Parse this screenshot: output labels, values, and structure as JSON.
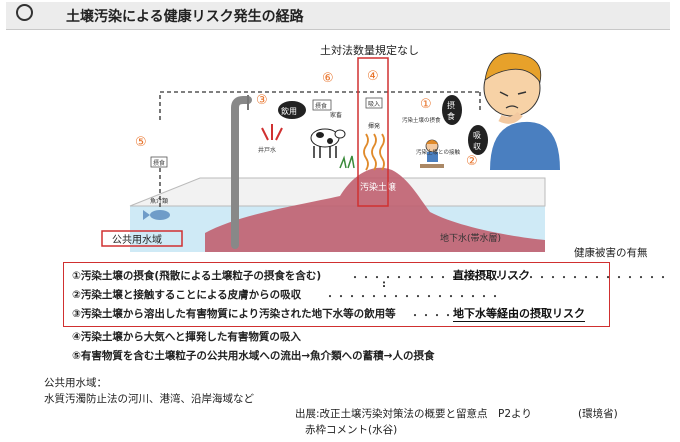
{
  "title": "土壌汚染による健康リスク発生の経路",
  "annotations": {
    "no_numeric_standard": "土対法数量規定なし",
    "health_damage": "健康被害の有無"
  },
  "diagram": {
    "labels": {
      "drinking": "飲用",
      "ingestion": "摂食",
      "absorption": "吸収",
      "contaminated_soil": "汚染土壌",
      "groundwater": "地下水(帯水層)",
      "public_water": "公共用水域",
      "well": "井戸水",
      "fish": "魚介類",
      "feed": "摂食",
      "livestock": "家畜",
      "inhale": "吸入",
      "volatile": "揮発",
      "child_label": "汚染土壌の摂食",
      "hand_label": "汚染土壌との接触"
    },
    "numbers": [
      "①",
      "②",
      "③",
      "④",
      "⑤",
      "⑥"
    ],
    "colors": {
      "soil": "#c06070",
      "water": "#cfeaf6",
      "accent_red": "#d03030",
      "number_orange": "#e8732a"
    }
  },
  "pathways": [
    {
      "text": "①汚染土壌の摂食(飛散による土壌粒子の摂食を含む)",
      "dots": "・・・・・・・・・・・・・・・・・・・・・・・・・・・・・",
      "risk": "直接摂取リスク"
    },
    {
      "text": "②汚染土壌と接触することによる皮膚からの吸収",
      "dots": "・・・・・・・・・・・・・・・・",
      "risk": ""
    },
    {
      "text": "③汚染土壌から溶出した有害物質により汚染された地下水等の飲用等",
      "dots": "・・・・・・・・・・",
      "risk": "地下水等経由の摂取リスク"
    },
    {
      "text": "④汚染土壌から大気へと揮発した有害物質の吸入",
      "dots": "",
      "risk": ""
    },
    {
      "text": "⑤有害物質を含む土壌粒子の公共用水域への流出→魚介類への蓄積→人の摂食",
      "dots": "",
      "risk": ""
    }
  ],
  "notes": {
    "public_water_heading": "公共用水域：",
    "public_water_desc": "水質汚濁防止法の河川、港湾、沿岸海域など",
    "source": "出展:改正土壌汚染対策法の概要と留意点　P2より",
    "source_org": "(環境省)",
    "comment": "赤枠コメント(水谷)"
  }
}
